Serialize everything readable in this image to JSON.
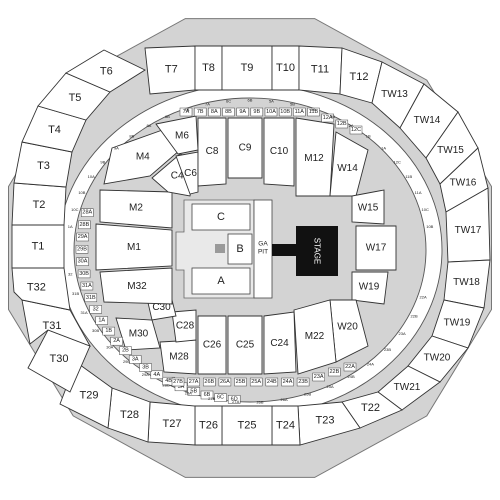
{
  "colors": {
    "concourse": "#d3d3d3",
    "section_fill": "#ffffff",
    "section_stroke": "#333333",
    "stage": "#111111",
    "stage_text": "#ffffff",
    "marker": "#9a9a9a"
  },
  "stage": {
    "label": "STAGE"
  },
  "ga_pit": {
    "label": "GA\nPIT"
  },
  "floor": {
    "labels": [
      "C",
      "B",
      "A"
    ]
  },
  "upper": [
    "T1",
    "T2",
    "T3",
    "T4",
    "T5",
    "T6",
    "T7",
    "T8",
    "T9",
    "T10",
    "T11",
    "T12",
    "TW13",
    "TW14",
    "TW15",
    "TW16",
    "TW17",
    "TW18",
    "TW19",
    "TW20",
    "TW21",
    "T22",
    "T23",
    "T24",
    "T25",
    "T26",
    "T27",
    "T28",
    "T29",
    "T30",
    "T31",
    "T32"
  ],
  "lower": [
    "M2",
    "M4",
    "M6",
    "C4",
    "C6",
    "C8",
    "C9",
    "C10",
    "M12",
    "W14",
    "W15",
    "W17",
    "W19",
    "W20",
    "M22",
    "C24",
    "C25",
    "C26",
    "M28",
    "C28",
    "C30",
    "M30",
    "M32",
    "M1"
  ],
  "rows_top": [
    "7A",
    "7B",
    "8A",
    "8B",
    "9A",
    "9B",
    "10A",
    "10B",
    "11A",
    "11B",
    "12A",
    "12B",
    "12C"
  ],
  "rows_left": [
    "6D",
    "6C",
    "6B",
    "5B",
    "5A",
    "4B",
    "4A",
    "3B",
    "3A",
    "2B",
    "2A",
    "1B",
    "1A",
    "32",
    "31B",
    "31A",
    "30B",
    "30A",
    "29B",
    "29A",
    "28B",
    "28A"
  ],
  "rows_bottom": [
    "27B",
    "27A",
    "26B",
    "26A",
    "25B",
    "25A",
    "24B",
    "24A",
    "23B",
    "23A",
    "22B",
    "22A"
  ],
  "tiny_top": [
    "1A",
    "10C",
    "10B",
    "10A",
    "9B",
    "9A",
    "8B",
    "8A",
    "8B",
    "7B",
    "7A",
    "6C",
    "6B",
    "5A",
    "5B",
    "4A",
    "3B",
    "2A",
    "1B",
    "1A",
    "12C",
    "11B",
    "11A",
    "10C",
    "10B"
  ],
  "tiny_bottom": [
    "32",
    "31B",
    "31A",
    "30B",
    "30A",
    "29B",
    "29A",
    "28B",
    "28A",
    "27B",
    "27A",
    "26B",
    "26A",
    "25B",
    "25A",
    "24B",
    "24A",
    "23B",
    "23A",
    "22B",
    "22A"
  ]
}
